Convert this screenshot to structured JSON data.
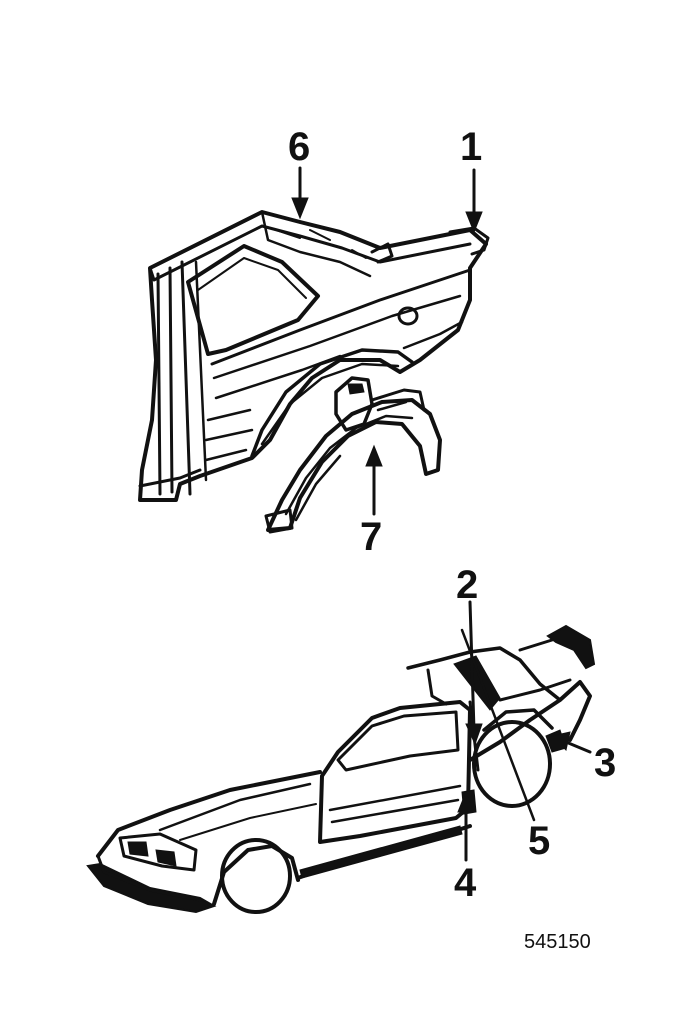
{
  "callouts": {
    "c1": "1",
    "c2": "2",
    "c3": "3",
    "c4": "4",
    "c5": "5",
    "c6": "6",
    "c7": "7"
  },
  "figure_code": "545150",
  "colors": {
    "ink": "#111111",
    "paper": "#ffffff"
  }
}
